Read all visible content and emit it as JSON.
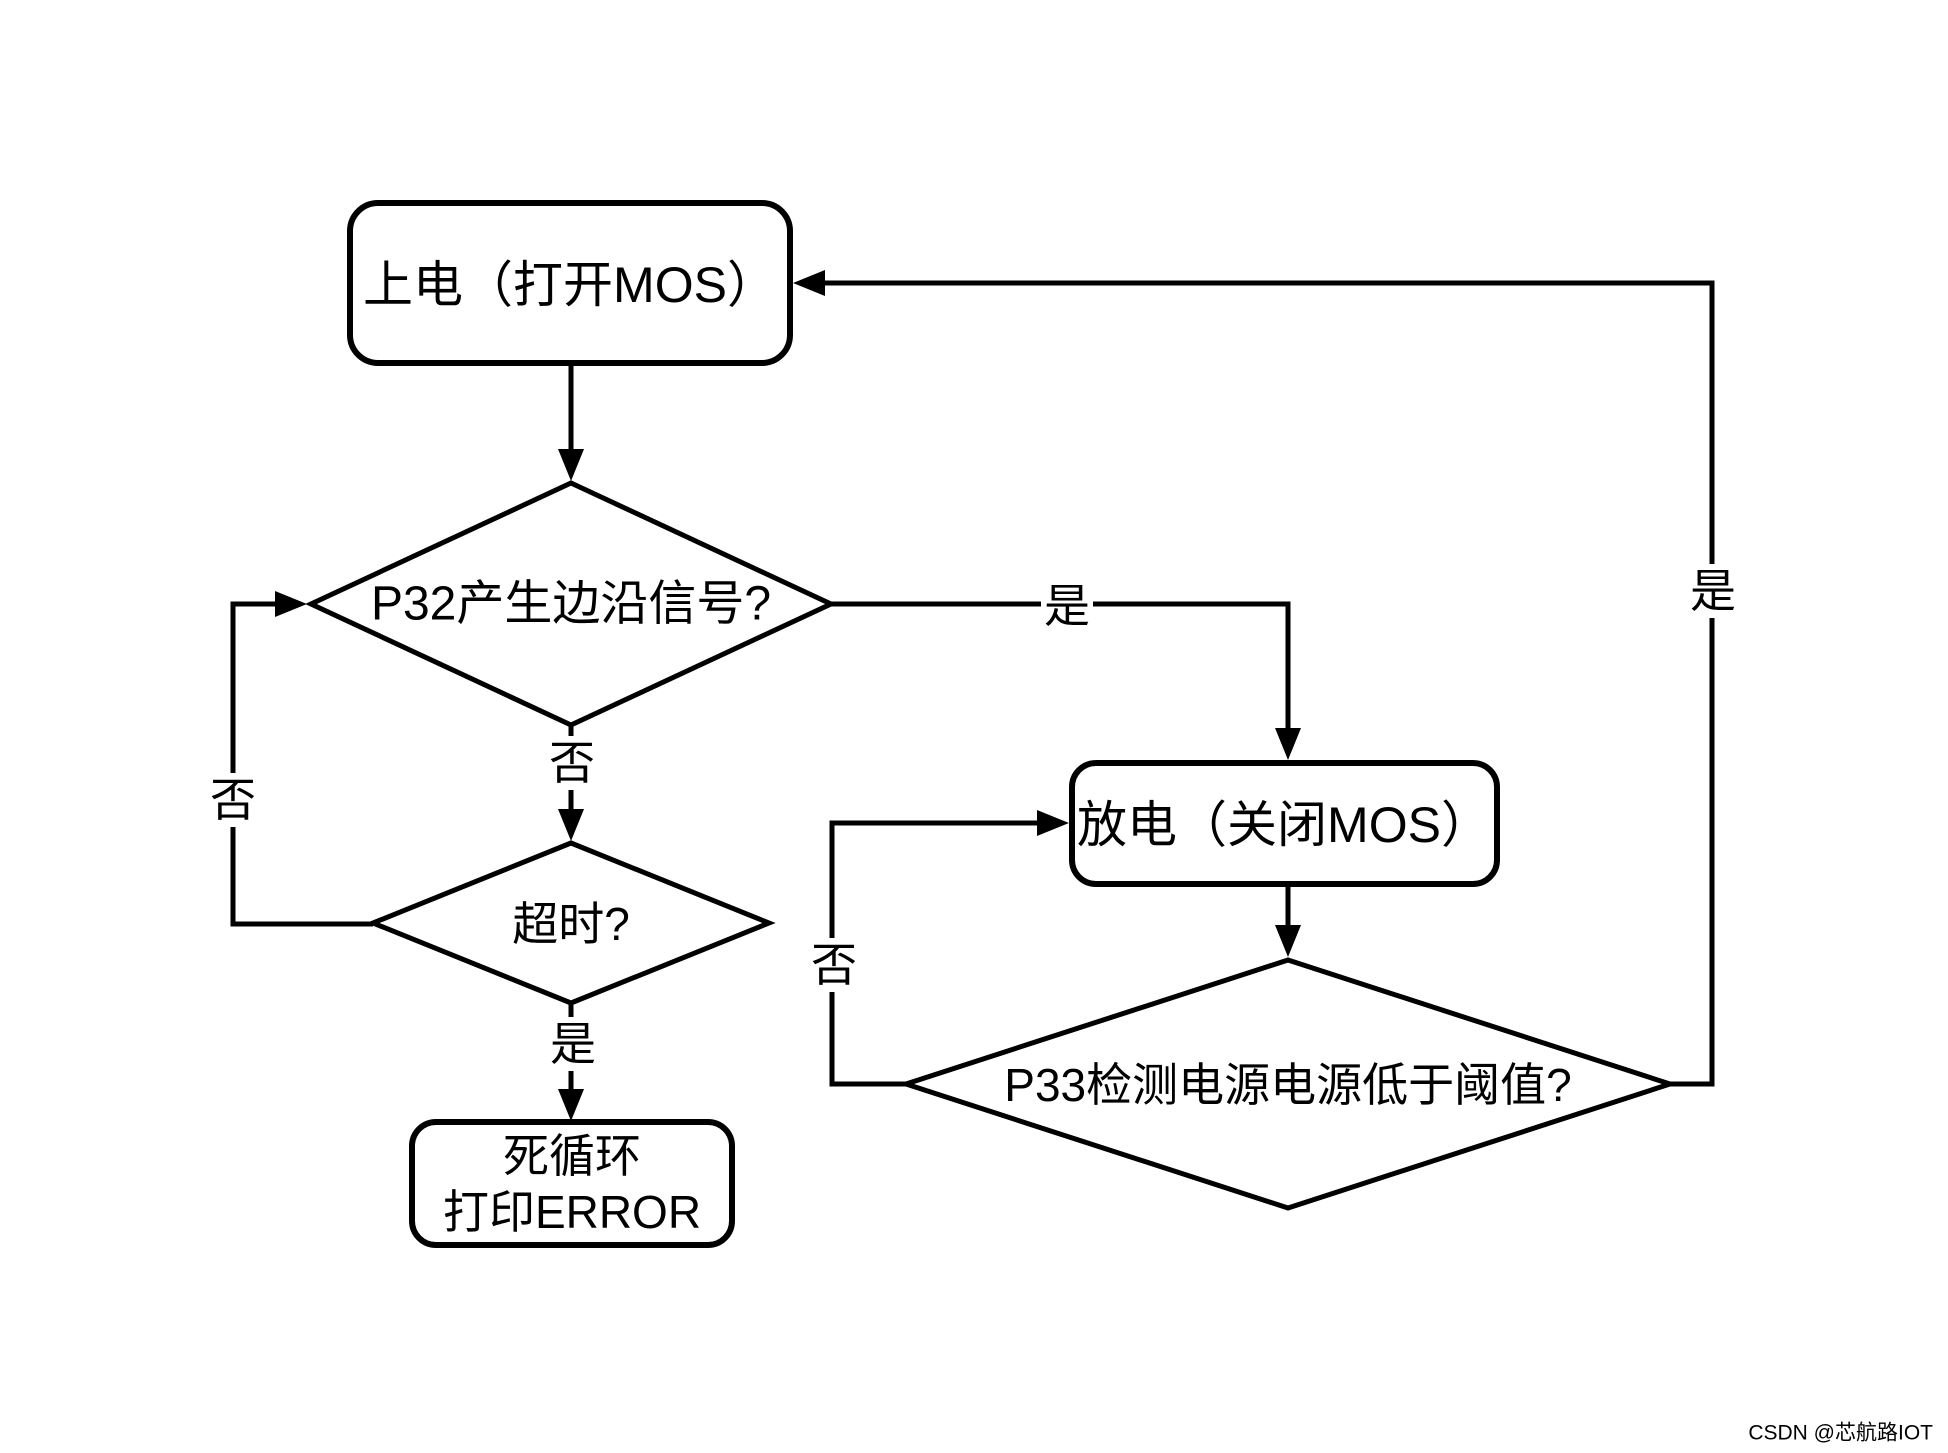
{
  "diagram": {
    "nodes": {
      "power_on": {
        "label": "上电（打开MOS）"
      },
      "edge_signal": {
        "label": "P32产生边沿信号?"
      },
      "timeout": {
        "label": "超时?"
      },
      "dead_loop": {
        "line1": "死循环",
        "line2": "打印ERROR"
      },
      "discharge": {
        "label": "放电（关闭MOS）"
      },
      "voltage_check": {
        "label": "P33检测电源电源低于阈值?"
      }
    },
    "edge_labels": {
      "edge_signal_no": "否",
      "edge_signal_yes": "是",
      "timeout_no": "否",
      "timeout_yes": "是",
      "voltage_no": "否",
      "voltage_yes": "是"
    },
    "colors": {
      "stroke": "#000000",
      "background": "#ffffff",
      "watermark_gray": "#bcbcbc"
    }
  },
  "watermark": {
    "text": "CSDN @芯航路IOT"
  }
}
